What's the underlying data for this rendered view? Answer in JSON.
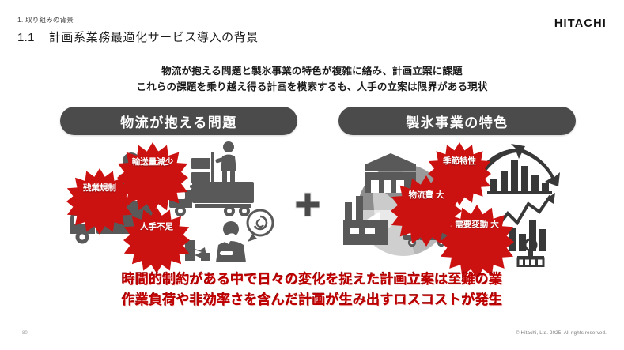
{
  "header": {
    "breadcrumb": "1. 取り組みの背景",
    "section_number": "1.1",
    "section_title": "計画系業務最適化サービス導入の背景",
    "logo": "HITACHI"
  },
  "lead": {
    "line1": "物流が抱える問題と製氷事業の特色が複雑に絡み、計画立案に課題",
    "line2": "これらの課題を乗り越え得る計画を模索するも、人手の立案は限界がある現状"
  },
  "panels": {
    "left": {
      "heading": "物流が抱える問題",
      "badges": [
        {
          "label": "残業規制"
        },
        {
          "label": "輸送量減少"
        },
        {
          "label": "人手不足"
        }
      ]
    },
    "right": {
      "heading": "製氷事業の特色",
      "badges": [
        {
          "label": "季節特性"
        },
        {
          "label": "物流費 大"
        },
        {
          "label": "需要変動 大"
        }
      ]
    }
  },
  "connector": {
    "symbol": "+"
  },
  "punchline": {
    "line1": "時間的制約がある中で日々の変化を捉えた計画立案は至難の業",
    "line2": "作業負荷や非効率さを含んだ計画が生み出すロスコストが発生"
  },
  "footer": {
    "page_number": "80",
    "copyright": "© Hitachi, Ltd. 2025. All rights reserved."
  },
  "colors": {
    "accent_red": "#c00000",
    "badge_red": "#cc1111",
    "panel_gray": "#4b4b4b",
    "icon_gray": "#595959",
    "icon_light_gray": "#b3b3b3",
    "background": "#ffffff"
  }
}
